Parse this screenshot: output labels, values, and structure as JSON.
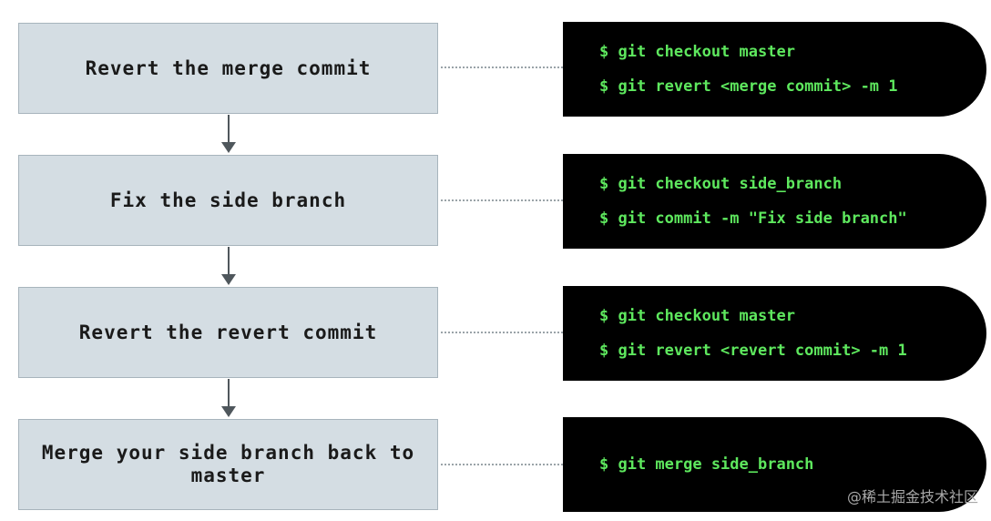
{
  "steps": [
    {
      "label": "Revert the merge commit",
      "commands": [
        "$ git checkout master",
        "$ git revert <merge commit> -m 1"
      ]
    },
    {
      "label": "Fix the side branch",
      "commands": [
        "$ git checkout side_branch",
        "$ git commit -m \"Fix side branch\""
      ]
    },
    {
      "label": "Revert the revert commit",
      "commands": [
        "$ git checkout master",
        "$ git revert <revert commit> -m 1"
      ]
    },
    {
      "label": "Merge your side branch back to master",
      "commands": [
        "$ git merge side_branch"
      ]
    }
  ],
  "watermark": "@稀土掘金技术社区",
  "colors": {
    "step_fill": "#d4dde3",
    "step_border": "#a7b4bc",
    "terminal_bg": "#000000",
    "command_text": "#5ee85e",
    "arrow": "#4f575c",
    "connector": "#9aa3a8"
  },
  "icons": {
    "flow_arrow": "arrow-down-icon"
  }
}
